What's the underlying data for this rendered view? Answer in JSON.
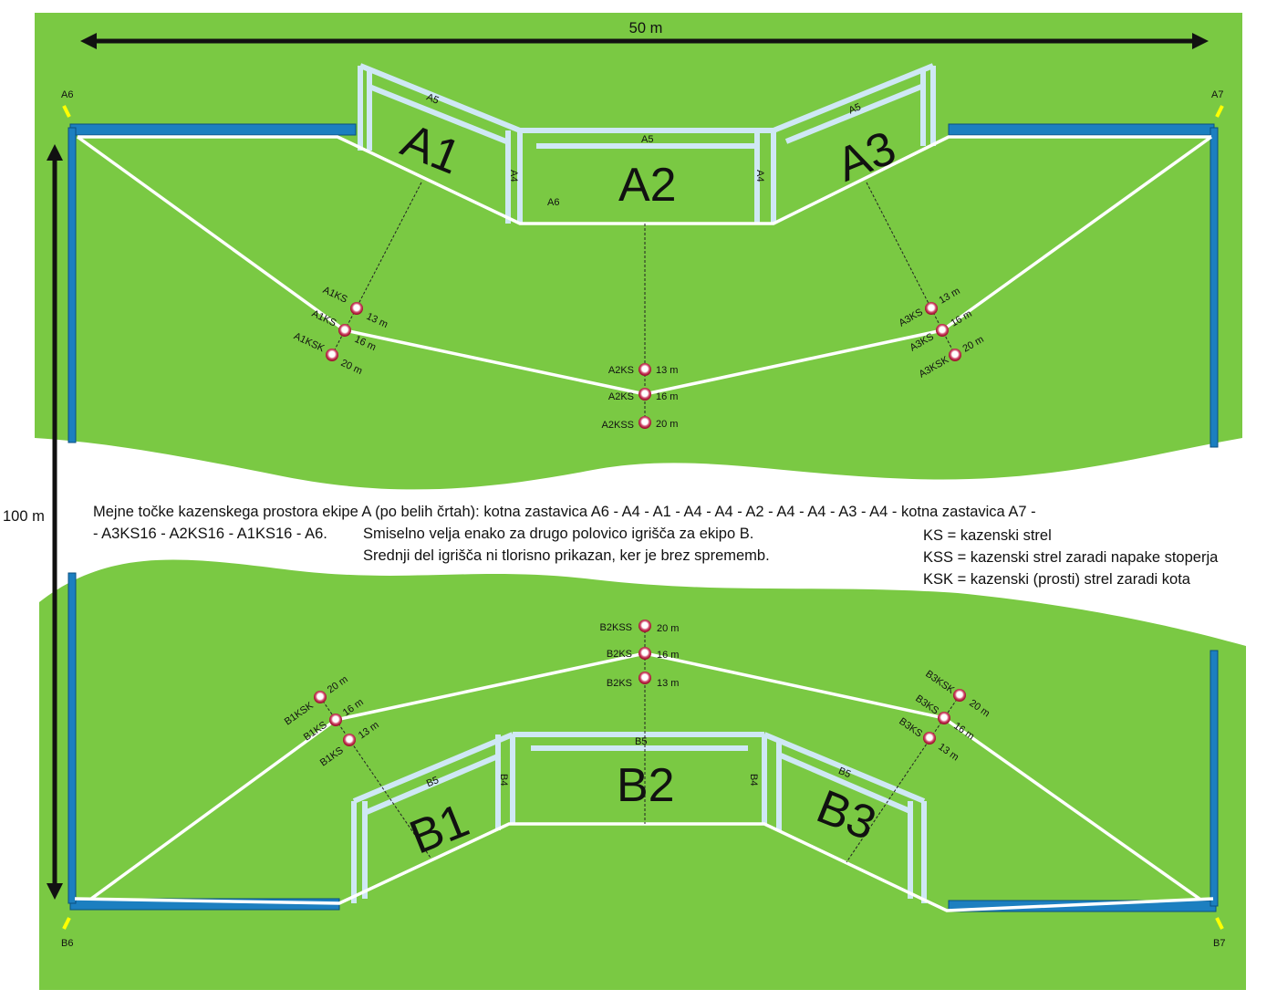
{
  "dimensions": {
    "width_label": "50 m",
    "length_label": "100 m"
  },
  "flags": {
    "a6": "A6",
    "a7": "A7",
    "b6": "B6",
    "b7": "B7"
  },
  "goals_a": {
    "a1": "A1",
    "a2": "A2",
    "a3": "A3",
    "a5_left": "A5",
    "a5_center": "A5",
    "a5_right": "A5",
    "a4": "A4",
    "a6_inner": "A6"
  },
  "goals_b": {
    "b1": "B1",
    "b2": "B2",
    "b3": "B3",
    "b5_left": "B5",
    "b5_center": "B5",
    "b5_right": "B5",
    "b4": "B4"
  },
  "points_a": [
    {
      "name": "A1KS",
      "dist": "13 m"
    },
    {
      "name": "A1KS",
      "dist": "16 m"
    },
    {
      "name": "A1KSK",
      "dist": "20 m"
    },
    {
      "name": "A2KS",
      "dist": "13 m"
    },
    {
      "name": "A2KS",
      "dist": "16 m"
    },
    {
      "name": "A2KSS",
      "dist": "20 m"
    },
    {
      "name": "A3KS",
      "dist": "13 m"
    },
    {
      "name": "A3KS",
      "dist": "16 m"
    },
    {
      "name": "A3KSK",
      "dist": "20 m"
    }
  ],
  "points_b": [
    {
      "name": "B1KSK",
      "dist": "20 m"
    },
    {
      "name": "B1KS",
      "dist": "16 m"
    },
    {
      "name": "B1KS",
      "dist": "13 m"
    },
    {
      "name": "B2KSS",
      "dist": "20 m"
    },
    {
      "name": "B2KS",
      "dist": "16 m"
    },
    {
      "name": "B2KS",
      "dist": "13 m"
    },
    {
      "name": "B3KSK",
      "dist": "20 m"
    },
    {
      "name": "B3KS",
      "dist": "16 m"
    },
    {
      "name": "B3KS",
      "dist": "13 m"
    }
  ],
  "notes": {
    "line1": "Mejne točke kazenskega prostora ekipe A (po belih črtah): kotna zastavica A6 - A4 - A1 - A4 - A4 - A2 - A4 - A4 - A3 - A4 - kotna zastavica A7 -",
    "line2": "- A3KS16 - A2KS16 - A1KS16 - A6.",
    "line2b": "Smiselno velja enako za drugo polovico igrišča za ekipo B.",
    "line3": "Srednji del igrišča ni tlorisno prikazan, ker je brez sprememb."
  },
  "legend": [
    "KS = kazenski strel",
    "KSS = kazenski strel zaradi napake stoperja",
    "KSK = kazenski (prosti) strel zaradi kota"
  ],
  "colors": {
    "field": "#7ac943",
    "strip": "#1c7fc0",
    "marker": "#b0103a"
  }
}
